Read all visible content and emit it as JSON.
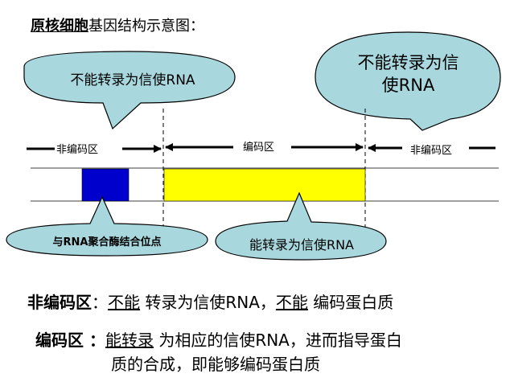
{
  "title": {
    "bold_part": "原核细胞",
    "rest": "基因结构示意图："
  },
  "bubbles": {
    "top_left": "不能转录为信使RNA",
    "top_right_line1": "不能转录为信",
    "top_right_line2": "使RNA",
    "bottom_left": "与RNA聚合酶结合位点",
    "bottom_mid": "能转录为信使RNA"
  },
  "regions": {
    "left": "非编码区",
    "middle": "编码区",
    "right": "非编码区"
  },
  "definitions": {
    "noncoding": {
      "term": "非编码区",
      "colon": "：",
      "part1": "不能",
      "part2": " 转录为信使RNA，",
      "part3": "不能",
      "part4": " 编码蛋白质"
    },
    "coding": {
      "term": "编码区 ：",
      "part1": "能转录",
      "part2": " 为相应的信使RNA，进而指导蛋白",
      "line2": "质的合成，即能够编码蛋白质"
    }
  },
  "colors": {
    "bubble_fill": "#a8d8de",
    "blue_block": "#0000cc",
    "yellow_block": "#ffff00"
  }
}
